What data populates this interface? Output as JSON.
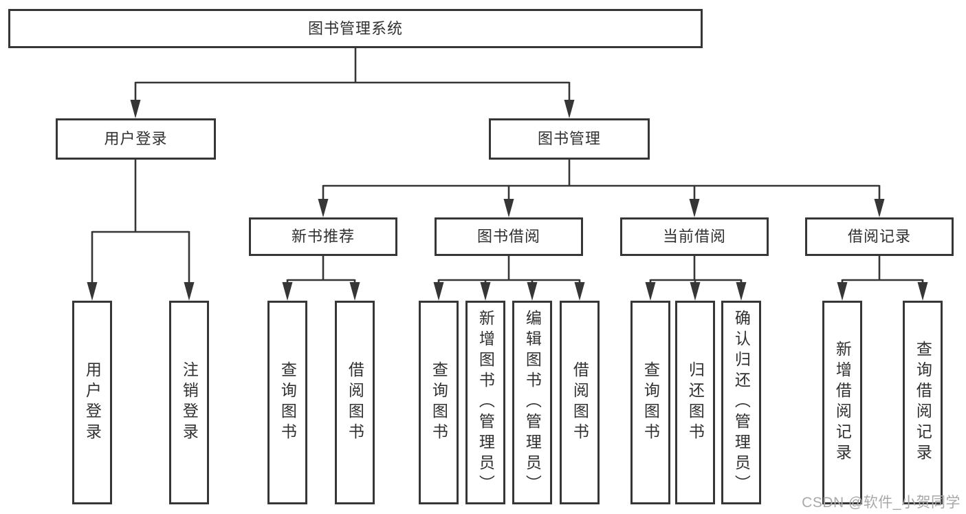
{
  "tree": {
    "root": {
      "label": "图书管理系统"
    },
    "branches": [
      {
        "label": "用户登录",
        "children": [
          {
            "label": "用户登录"
          },
          {
            "label": "注销登录"
          }
        ]
      },
      {
        "label": "图书管理",
        "groups": [
          {
            "label": "新书推荐",
            "children": [
              {
                "label": "查询图书"
              },
              {
                "label": "借阅图书"
              }
            ]
          },
          {
            "label": "图书借阅",
            "children": [
              {
                "label": "查询图书"
              },
              {
                "label": "新增图书（管理员）"
              },
              {
                "label": "编辑图书（管理员）"
              },
              {
                "label": "借阅图书"
              }
            ]
          },
          {
            "label": "当前借阅",
            "children": [
              {
                "label": "查询图书"
              },
              {
                "label": "归还图书"
              },
              {
                "label": "确认归还（管理员）"
              }
            ]
          },
          {
            "label": "借阅记录",
            "children": [
              {
                "label": "新增借阅记录"
              },
              {
                "label": "查询借阅记录"
              }
            ]
          }
        ]
      }
    ]
  },
  "watermark": {
    "text": "CSDN @软件_小贺同学"
  },
  "colors": {
    "line": "#363636",
    "text": "#303030",
    "watermark": "#a8a8a8"
  }
}
